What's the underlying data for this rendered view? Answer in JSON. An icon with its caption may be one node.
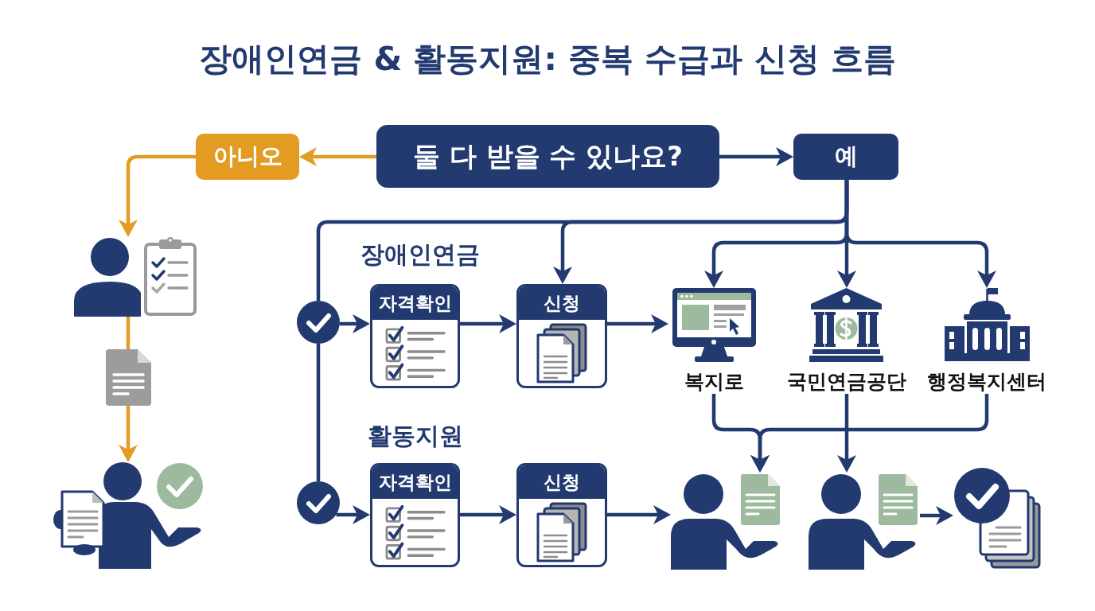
{
  "diagram": {
    "title": "장애인연금 & 활동지원: 중복 수급과 신청 흐름",
    "nodes": [
      {
        "text": [
          "둘 다 받을 수 있나요?"
        ]
      },
      {
        "text": [
          "아니오"
        ]
      },
      {
        "text": [
          "예"
        ]
      },
      {
        "text": [],
        "shape": "picture"
      },
      {
        "text": [],
        "shape": "picture"
      },
      {
        "text": [],
        "shape": "picture"
      },
      {
        "text": [],
        "shape": "circle"
      },
      {
        "text": [
          "자격확인"
        ]
      },
      {
        "text": [
          "신청"
        ]
      },
      {
        "text": [],
        "shape": "circle"
      },
      {
        "text": [
          "자격확인"
        ]
      },
      {
        "text": [
          "신청"
        ]
      },
      {
        "text": [
          "복지로"
        ]
      },
      {
        "text": [
          "국민연금공단"
        ]
      },
      {
        "text": [
          "행정복지센터"
        ]
      },
      {
        "text": [],
        "shape": "picture"
      },
      {
        "text": [],
        "shape": "picture"
      },
      {
        "text": [],
        "shape": "picture"
      }
    ],
    "edges": [
      {
        "from": 0,
        "to": 1,
        "arrow": "to",
        "color": "#e39b22"
      },
      {
        "from": 0,
        "to": 2,
        "arrow": "to"
      },
      {
        "from": 1,
        "to": 3,
        "arrow": "to",
        "color": "#e39b22"
      },
      {
        "from": 3,
        "to": 4,
        "arrow": "none",
        "color": "#e39b22"
      },
      {
        "from": 4,
        "to": 5,
        "arrow": "to",
        "color": "#e39b22"
      },
      {
        "from": 2,
        "to": 6,
        "arrow": "none"
      },
      {
        "from": 2,
        "to": 8,
        "arrow": "to"
      },
      {
        "from": 2,
        "to": 12,
        "arrow": "to"
      },
      {
        "from": 2,
        "to": 13,
        "arrow": "to"
      },
      {
        "from": 2,
        "to": 14,
        "arrow": "to"
      },
      {
        "from": 6,
        "to": 9,
        "arrow": "none"
      },
      {
        "from": 6,
        "to": 7,
        "arrow": "to"
      },
      {
        "from": 7,
        "to": 8,
        "arrow": "to"
      },
      {
        "from": 8,
        "to": 12,
        "arrow": "to"
      },
      {
        "from": 9,
        "to": 10,
        "arrow": "to"
      },
      {
        "from": 10,
        "to": 11,
        "arrow": "to"
      },
      {
        "from": 11,
        "to": 15,
        "arrow": "to"
      },
      {
        "from": 12,
        "to": 15,
        "arrow": "to"
      },
      {
        "from": 13,
        "to": 16,
        "arrow": "to"
      },
      {
        "from": 14,
        "to": 15,
        "arrow": "to"
      },
      {
        "from": 16,
        "to": 17,
        "arrow": "to"
      }
    ],
    "labels": [
      "장애인연금",
      "활동지원"
    ]
  }
}
